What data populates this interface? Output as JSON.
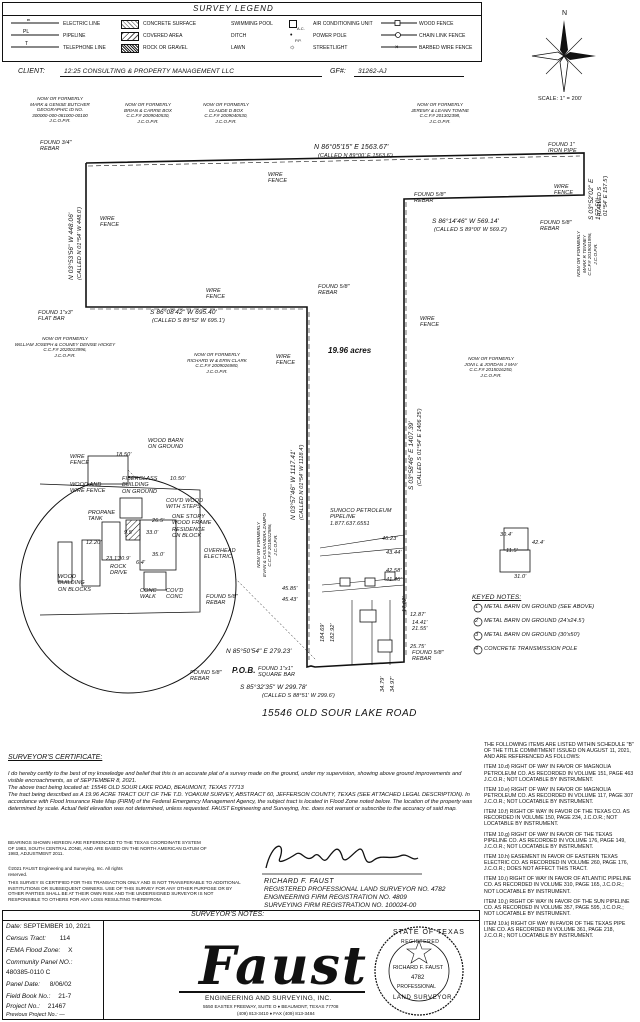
{
  "legend": {
    "title": "SURVEY LEGEND",
    "items": [
      {
        "symbol": "—E—",
        "label": "ELECTRIC LINE"
      },
      {
        "symbol": "—PL—",
        "label": "PIPELINE"
      },
      {
        "symbol": "—T—",
        "label": "TELEPHONE LINE"
      },
      {
        "symbol": "hatch-light",
        "label": "CONCRETE SURFACE"
      },
      {
        "symbol": "hatch-open",
        "label": "COVERED AREA"
      },
      {
        "symbol": "hatch-dense",
        "label": "ROCK OR GRAVEL"
      },
      {
        "symbol": "",
        "label": "SWIMMING POOL"
      },
      {
        "symbol": "",
        "label": "DITCH"
      },
      {
        "symbol": "",
        "label": "LAWN"
      },
      {
        "symbol": "A.C.",
        "label": "AIR CONDITIONING UNIT"
      },
      {
        "symbol": "P.P.",
        "label": "POWER POLE"
      },
      {
        "symbol": "☼",
        "label": "STREETLIGHT"
      },
      {
        "symbol": "—□—",
        "label": "WOOD FENCE"
      },
      {
        "symbol": "—○—",
        "label": "CHAIN LINK FENCE"
      },
      {
        "symbol": "—×—",
        "label": "BARBED WIRE FENCE"
      }
    ]
  },
  "north_arrow": {
    "letter": "N"
  },
  "scale": "SCALE: 1\" = 200'",
  "client_label": "CLIENT:",
  "client_value": "12:25 CONSULTING & PROPERTY MANAGEMENT LLC",
  "gf_label": "GF#:",
  "gf_value": "31262-AJ",
  "owners": {
    "butcher": [
      "NOW OR FORMERLY",
      "MARK & GENISE BUTCHER",
      "GEOGRAPHIC ID NO.",
      "300000-000-081000-00100",
      "J.C.O.P.R."
    ],
    "box": [
      "NOW OR FORMERLY",
      "BRIAN & CARRIE BOX",
      "C.C.F.# 2009040530,",
      "J.C.O.P.R."
    ],
    "claude": [
      "NOW OR FORMERLY",
      "CLAUDE D BOX",
      "C.C.F.# 2009040530,",
      "J.C.O.P.R."
    ],
    "towne": [
      "NOW OR FORMERLY",
      "JEREMY & LEANN TOWNE",
      "C.C.F.# 201302398,",
      "J.C.O.P.R."
    ],
    "hickey": [
      "NOW OR FORMERLY",
      "WILLIAM JOSEPH & COUNEY DENISE HICKEY",
      "C.C.F.# 2020013996,",
      "J.C.O.P.R."
    ],
    "clark": [
      "NOW OR FORMERLY",
      "RICHARD W & ERIN CLARK",
      "C.C.F.# 2009026980,",
      "J.C.O.P.R."
    ],
    "may": [
      "NOW OR FORMERLY",
      "JONI L & JORDAN J MAY",
      "C.C.F.# 2015016250,",
      "J.C.O.P.R."
    ],
    "tenney": [
      "NOW OR FORMERLY",
      "MARK R TENNEY",
      "C.C.F.# 2019001996,",
      "J.C.O.P.R."
    ],
    "zampo": [
      "NOW OR FORMERLY",
      "EVAN & CASSANDRA ZAMPO",
      "C.C.F.# 2018012586,",
      "J.C.O.P.R."
    ]
  },
  "bearings": {
    "north": "N 86°05'15\" E  1563.67'",
    "north_called": "(CALLED N 89°00' E  1563.6')",
    "ne": "S 03°52'02\" E  157.50'",
    "ne_called": "(CALLED S 01°54' E  157.5')",
    "step": "S 86°14'46\" W  569.14'",
    "step_called": "(CALLED S 89°00' W  569.2')",
    "east": "S 03°58'46\" E  1407.39'",
    "east_called": "(CALLED S 01°54' E  1406.25')",
    "west": "N 03°53'56\" W  448.06'",
    "west_called": "(CALLED N 01°54' W  448.0')",
    "mid": "S 86°08'42\" W  695.40'",
    "mid_called": "(CALLED S 89°52' W  695.1')",
    "inner": "N 03°57'46\" W  1117.41'",
    "inner_called": "(CALLED N 01°54' W  1118.4')",
    "south": "S 85°32'35\" W  299.78'",
    "south_called": "(CALLED S 88°51' W  299.6')",
    "pob": "N 85°50'54\" E  279.23'"
  },
  "monuments": {
    "nw": [
      "FOUND 3/4\"",
      "REBAR"
    ],
    "ne": [
      "FOUND 1\"",
      "IRON PIPE"
    ],
    "step": [
      "FOUND 5/8\"",
      "REBAR"
    ],
    "step2": [
      "FOUND 5/8\"",
      "REBAR"
    ],
    "flat": [
      "FOUND 1\"x3\"",
      "FLAT BAR"
    ],
    "mid": [
      "FOUND 5/8\"",
      "REBAR"
    ],
    "sw": [
      "FOUND 5/8\"",
      "REBAR"
    ],
    "se": [
      "FOUND 5/8\"",
      "REBAR"
    ],
    "pob": "P.O.B.",
    "pob_found": [
      "FOUND 1\"x1\"",
      "SQUARE BAR"
    ]
  },
  "acres": "19.96 acres",
  "street": "15546 OLD SOUR LAKE ROAD",
  "fence_label": [
    "WIRE",
    "FENCE"
  ],
  "pipeline": [
    "SUNOCO PETROLEUM",
    "PIPELINE",
    "1.877.637.6551"
  ],
  "dims": [
    "46.23'",
    "43.44'",
    "42.58'",
    "41.46'",
    "45.85'",
    "45.43'",
    "184.69'",
    "182.92'",
    "25.75'",
    "34.79'",
    "34.97'",
    "12.87'",
    "17.02'",
    "14.41'",
    "21.55'"
  ],
  "detail": {
    "wood_barn": [
      "WOOD BARN",
      "ON GROUND"
    ],
    "wire_fence": [
      "WIRE",
      "FENCE"
    ],
    "wood_wire_fence": [
      "WOOD AND",
      "WIRE FENCE"
    ],
    "fiberglass": [
      "FIBERGLASS",
      "BUILDING",
      "ON GROUND"
    ],
    "covd_wood": [
      "COV'D WOOD",
      "WITH STEPS"
    ],
    "propane": [
      "PROPANE",
      "TANK"
    ],
    "one_story": [
      "ONE STORY",
      "WOOD FRAME",
      "RESIDENCE",
      "ON BLOCK"
    ],
    "overhead": [
      "OVERHEAD",
      "ELECTRIC"
    ],
    "rock_drive": [
      "ROCK",
      "DRIVE"
    ],
    "wood_bldg": [
      "WOOD",
      "BUILDING",
      "ON BLOCKS"
    ],
    "conc_walk": [
      "CONC",
      "WALK"
    ],
    "covd_conc": [
      "COV'D",
      "CONC"
    ],
    "found": [
      "FOUND 5/8\"",
      "REBAR"
    ],
    "dims": [
      "18.50'",
      "10.50'",
      "12.20'",
      "26.5'",
      "33.0'",
      "30.9'",
      "35.0'",
      "9.5'",
      "23.1'",
      "6.4'"
    ]
  },
  "key_notes": {
    "title": "KEYED NOTES:",
    "items": [
      {
        "n": "1",
        "text": "METAL BARN ON GROUND (SEE ABOVE)"
      },
      {
        "n": "2",
        "text": "METAL BARN ON GROUND (24'x24.5')"
      },
      {
        "n": "3",
        "text": "METAL BARN ON GROUND (30'x50')"
      },
      {
        "n": "4",
        "text": "CONCRETE TRANSMISSION POLE"
      }
    ]
  },
  "small_barn_dims": [
    "30.4'",
    "42.4'",
    "11.5'",
    "31.0'"
  ],
  "certificate": {
    "title": "SURVEYOR'S CERTIFICATE:",
    "p1": "I do hereby certify to the best of my knowledge and belief that this is an accurate plat of a survey made on the ground, under my supervision, showing above ground improvements and visible encroachments, as of SEPTEMBER 8, 2021.",
    "p2": "The above tract being located at: 15546 OLD SOUR LAKE ROAD, BEAUMONT, TEXAS 77713",
    "p3": "The tract being described as A 19.96 ACRE TRACT OUT OF THE T.D. YOAKUM SURVEY, ABSTRACT 60, JEFFERSON COUNTY, TEXAS (SEE ATTACHED LEGAL DESCRIPTION). In accordance with Flood Insurance Rate Map (FIRM) of the Federal Emergency Management Agency, the subject tract is located in Flood Zone noted below. The location of the property was determined by scale. Actual field elevation was not determined, unless requested. FAUST Engineering and Surveying, Inc. does not warrant or subscribe to the accuracy of said map.",
    "bearings_note": "BEARINGS SHOWN HEREON ARE REFERENCED TO THE TEXAS COORDINATE SYSTEM OF 1983, SOUTH CENTRAL ZONE, AND ARE BASED ON THE NORTH AMERICAN DATUM OF 1983, ADJUSTMENT 2011.",
    "copyright": "©2021 FAUST Engineering and Surveying, Inc. All rights reserved.",
    "transfer": "THIS SURVEY IS CERTIFIED FOR THIS TRANSACTION ONLY AND IS NOT TRANSFERABLE TO ADDITIONAL INSTITUTIONS OR SUBSEQUENT OWNERS. USE OF THIS SURVEY FOR ANY OTHER PURPOSE OR BY OTHER PARTIES SHALL BE AT THEIR OWN RISK AND THE UNDERSIGNED SURVEYOR IS NOT RESPONSIBLE TO OTHERS FOR ANY LOSS RESULTING THEREFROM."
  },
  "surveyor": {
    "name": "RICHARD F. FAUST",
    "line2": "REGISTERED PROFESSIONAL LAND SURVEYOR NO. 4782",
    "line3": "ENGINEERING FIRM REGISTRATION NO. 4809",
    "line4": "SURVEYING FIRM REGISTRATION NO. 100024-00",
    "notes_title": "SURVEYOR'S NOTES:"
  },
  "seal": {
    "top": "STATE OF TEXAS",
    "mid": "REGISTERED",
    "name": "RICHARD F. FAUST",
    "num": "4782",
    "prof": "PROFESSIONAL",
    "bottom": "LAND SURVEYOR"
  },
  "schedule": {
    "intro": "THE FOLLOWING ITEMS ARE LISTED WITHIN SCHEDULE \"B\" OF THE TITLE COMMITMENT ISSUED ON AUGUST 11, 2021, AND ARE REFERENCED AS FOLLOWS:",
    "items": [
      "ITEM 10.d) RIGHT OF WAY IN FAVOR OF MAGNOLIA PETROLEUM CO. AS RECORDED IN VOLUME 151, PAGE 463 J.C.O.R.; NOT LOCATABLE BY INSTRUMENT.",
      "ITEM 10.e) RIGHT OF WAY IN FAVOR OF MAGNOLIA PETROLEUM CO. AS RECORDED IN VOLUME 117, PAGE 307 J.C.O.R.; NOT LOCATABLE BY INSTRUMENT.",
      "ITEM 10.f) RIGHT OF WAY IN FAVOR OF THE TEXAS CO. AS RECORDED IN VOLUME 150, PAGE 234, J.C.O.R.; NOT LOCATABLE BY INSTRUMENT.",
      "ITEM 10.g) RIGHT OF WAY IN FAVOR OF THE TEXAS PIPELINE CO. AS RECORDED IN VOLUME 176, PAGE 149, J.C.O.R.; NOT LOCATABLE BY INSTRUMENT.",
      "ITEM 10.h) EASEMENT IN FAVOR OF EASTERN TEXAS ELECTRIC CO. AS RECORDED IN VOLUME 260, PAGE 176, J.C.O.R.; DOES NOT AFFECT THIS TRACT.",
      "ITEM 10.i) RIGHT OF WAY IN FAVOR OF ATLANTIC PIPELINE CO. AS RECORDED IN VOLUME 310, PAGE 165, J.C.O.R.; NOT LOCATABLE BY INSTRUMENT.",
      "ITEM 10.j) RIGHT OF WAY IN FAVOR OF THE SUN PIPELINE CO. AS RECORDED IN VOLUME 357, PAGE 595, J.C.O.R.; NOT LOCATABLE BY INSTRUMENT.",
      "ITEM 10.k) RIGHT OF WAY IN FAVOR OF THE TEXAS PIPE LINE CO. AS RECORDED IN VOLUME 361, PAGE 218, J.C.O.R.; NOT LOCATABLE BY INSTRUMENT."
    ]
  },
  "info": {
    "date_label": "Date:",
    "date": "SEPTEMBER 10, 2021",
    "census_label": "Census Tract:",
    "census": "114",
    "flood_label": "FEMA Flood Zone:",
    "flood": "X",
    "panel_label": "Community Panel NO.:",
    "panel": "480385-0110 C",
    "panel_date_label": "Panel Date:",
    "panel_date": "8/06/02",
    "field_label": "Field Book No.:",
    "field": "21-7",
    "project_label": "Project No.:",
    "project": "21467",
    "prev_label": "Previous Project No.:",
    "prev": "—"
  },
  "company": {
    "logo": "Faust",
    "name": "ENGINEERING AND SURVEYING, INC.",
    "address": "5550 EASTEX FREEWAY, SUITE O  ♦  BEAUMONT, TEXAS 77708",
    "phone": "(409) 813-3410  ♦  FAX (409) 813-3484"
  }
}
